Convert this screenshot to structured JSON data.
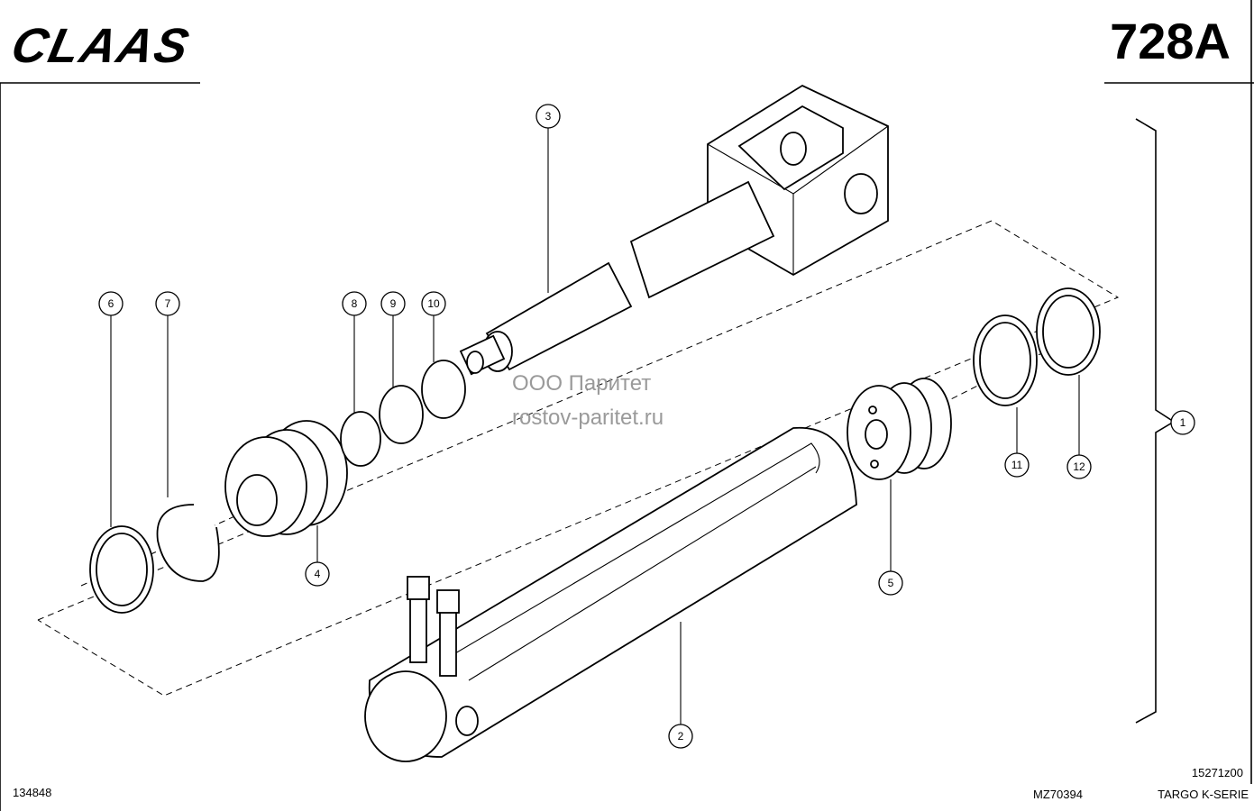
{
  "header": {
    "brand": "CLAAS",
    "sheet_number": "728A"
  },
  "watermark": {
    "line1": "ООО Паритет",
    "line2": "rostov-paritet.ru"
  },
  "footer": {
    "doc_number": "134848",
    "ref_code": "MZ70394",
    "drawing_code": "15271z00",
    "series": "TARGO K-SERIE"
  },
  "callouts": [
    "1",
    "2",
    "3",
    "4",
    "5",
    "6",
    "7",
    "8",
    "9",
    "10",
    "11",
    "12"
  ]
}
